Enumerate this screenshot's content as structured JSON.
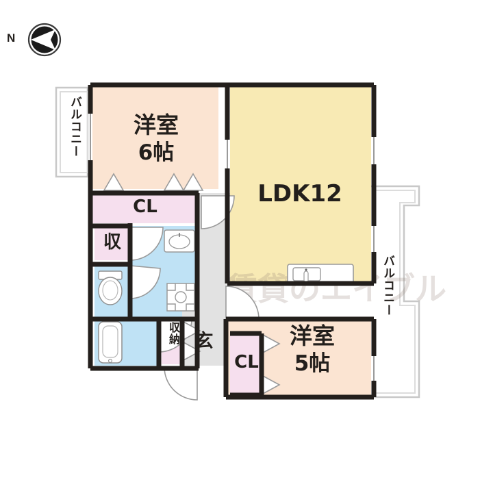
{
  "document": {
    "type": "floor-plan",
    "title": "間取り図",
    "compass": {
      "label": "N",
      "direction": "west",
      "icon": "compass-rose-icon"
    },
    "watermark": {
      "text": "賃貸のエイブル"
    }
  },
  "colors": {
    "wall": "#231f1c",
    "room_tatami": "#fbe4d2",
    "ldk": "#f8eab4",
    "closet": "#f6dfee",
    "water": "#bfe2f5",
    "entrance": "#e2e2e2",
    "balcony_line": "#c8c8c8",
    "text": "#231f1c",
    "background": "#ffffff"
  },
  "rooms": [
    {
      "id": "bedroom-6",
      "name": "洋室",
      "size": "6帖",
      "label_main": "洋室",
      "label_sub": "6帖",
      "type": "western-room"
    },
    {
      "id": "ldk",
      "name": "LDK12",
      "label_main": "LDK12",
      "type": "living-dining-kitchen"
    },
    {
      "id": "bedroom-5",
      "name": "洋室",
      "size": "5帖",
      "label_main": "洋室",
      "label_sub": "5帖",
      "type": "western-room"
    }
  ],
  "storages": [
    {
      "id": "closet-top",
      "label": "CL",
      "type": "closet"
    },
    {
      "id": "closet-bottom",
      "label": "CL",
      "type": "closet"
    },
    {
      "id": "storage-small",
      "label": "収",
      "type": "storage"
    },
    {
      "id": "storage-tall",
      "label": "収納",
      "type": "storage",
      "vertical": true
    }
  ],
  "utility": [
    {
      "id": "entrance",
      "label": "玄",
      "name": "玄関",
      "type": "entrance"
    },
    {
      "id": "toilet",
      "label": "",
      "name": "トイレ",
      "type": "toilet"
    },
    {
      "id": "bath",
      "label": "",
      "name": "浴室",
      "type": "bath"
    },
    {
      "id": "washroom",
      "label": "",
      "name": "洗面脱衣室",
      "type": "washroom"
    },
    {
      "id": "kitchen-sink",
      "label": "",
      "name": "キッチン",
      "type": "kitchen"
    },
    {
      "id": "washer",
      "label": "",
      "name": "洗濯機置場",
      "type": "washer-space"
    }
  ],
  "balconies": [
    {
      "id": "balcony-left",
      "label": "バルコニー",
      "vertical": true
    },
    {
      "id": "balcony-right",
      "label": "バルコニー",
      "vertical": true
    }
  ]
}
